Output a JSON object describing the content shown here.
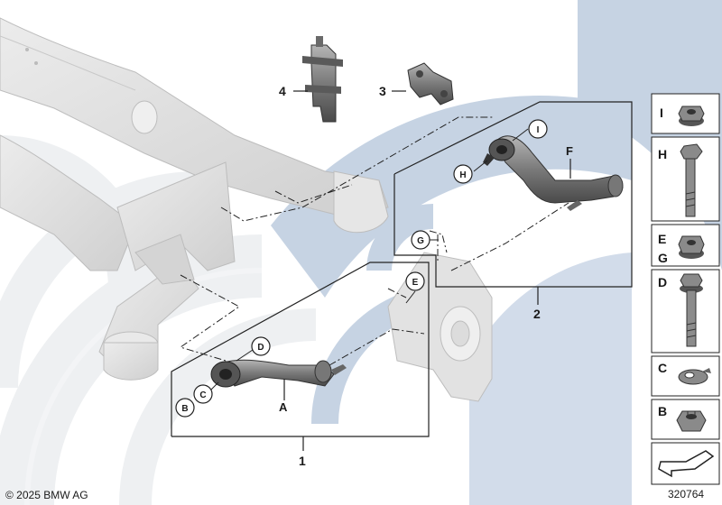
{
  "callouts": {
    "group_1": "1",
    "group_2": "2",
    "part_3": "3",
    "part_4": "4"
  },
  "letters": {
    "A": "A",
    "B": "B",
    "C": "C",
    "D": "D",
    "E": "E",
    "F": "F",
    "G": "G",
    "H": "H",
    "I": "I"
  },
  "side_panel": {
    "items": [
      {
        "label": "I",
        "icon": "flange-nut-icon"
      },
      {
        "label": "H",
        "icon": "hex-bolt-icon"
      },
      {
        "label": "E",
        "label2": "G",
        "icon": "flange-nut-icon"
      },
      {
        "label": "D",
        "icon": "flange-bolt-icon"
      },
      {
        "label": "C",
        "icon": "eccentric-washer-icon"
      },
      {
        "label": "B",
        "icon": "castle-nut-icon"
      },
      {
        "label": "",
        "icon": "arrow-left-icon"
      }
    ]
  },
  "footer": {
    "copyright": "© 2025 BMW AG",
    "diagram_number": "320764"
  },
  "colors": {
    "watermark_gray": "#eef0f2",
    "watermark_blue": "#c6d3e3",
    "subframe_gray": "#dcdcdc",
    "part_dark": "#6f6f6f"
  }
}
